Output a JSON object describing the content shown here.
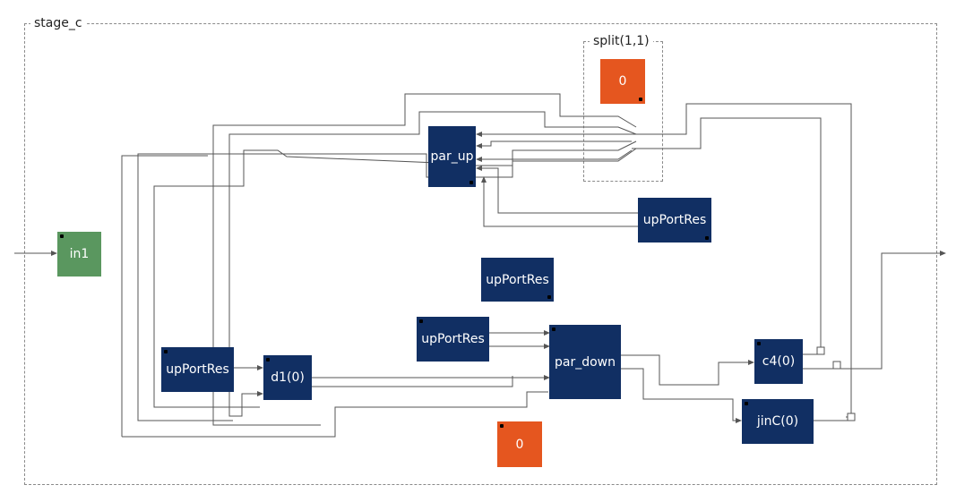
{
  "clusters": {
    "outer": {
      "label": "stage_c"
    },
    "split": {
      "label": "split(1,1)"
    }
  },
  "nodes": {
    "in1": {
      "label": "in1",
      "color": "#5a975f"
    },
    "split_zero": {
      "label": "0",
      "color": "#e5561f"
    },
    "par_up": {
      "label": "par_up",
      "color": "#112f63"
    },
    "upportres_right": {
      "label": "upPortRes",
      "color": "#112f63"
    },
    "upportres_middle": {
      "label": "upPortRes",
      "color": "#112f63"
    },
    "upportres_mid_low": {
      "label": "upPortRes",
      "color": "#112f63"
    },
    "upportres_left": {
      "label": "upPortRes",
      "color": "#112f63"
    },
    "d1": {
      "label": "d1(0)",
      "color": "#112f63"
    },
    "par_down": {
      "label": "par_down",
      "color": "#112f63"
    },
    "c4": {
      "label": "c4(0)",
      "color": "#112f63"
    },
    "jinc": {
      "label": "jinC(0)",
      "color": "#112f63"
    },
    "bottom_zero": {
      "label": "0",
      "color": "#e5561f"
    }
  }
}
